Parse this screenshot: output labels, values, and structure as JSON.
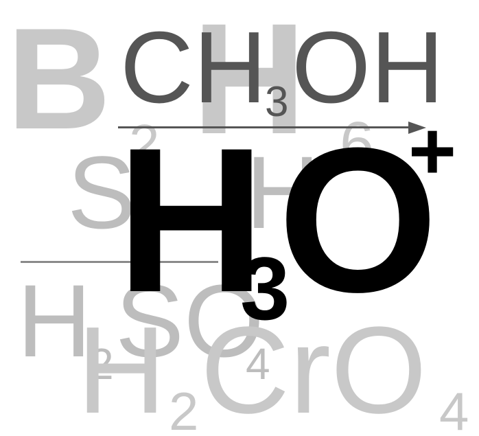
{
  "formulas": {
    "bg_b": "B",
    "bg_b_sub": "2",
    "bg_h": "H",
    "bg_h_sub": "6",
    "methanol": {
      "part1": "CH",
      "sub": "3",
      "part2": "OH"
    },
    "bg_s": "S",
    "bg_h_mid": "H",
    "sulfuric": {
      "h": "H",
      "h_sub": "2",
      "so": "SO",
      "o_sub": "4"
    },
    "chromic": {
      "h": "H",
      "h_sub": "2",
      "cro": "CrO",
      "o_sub": "4"
    },
    "hydronium": {
      "h": "H",
      "sub": "3",
      "o": "O",
      "charge": "+"
    }
  },
  "colors": {
    "background": "#ffffff",
    "faint_formula": "#c8c8c8",
    "dark_formula": "#555555",
    "bold_formula": "#000000"
  }
}
